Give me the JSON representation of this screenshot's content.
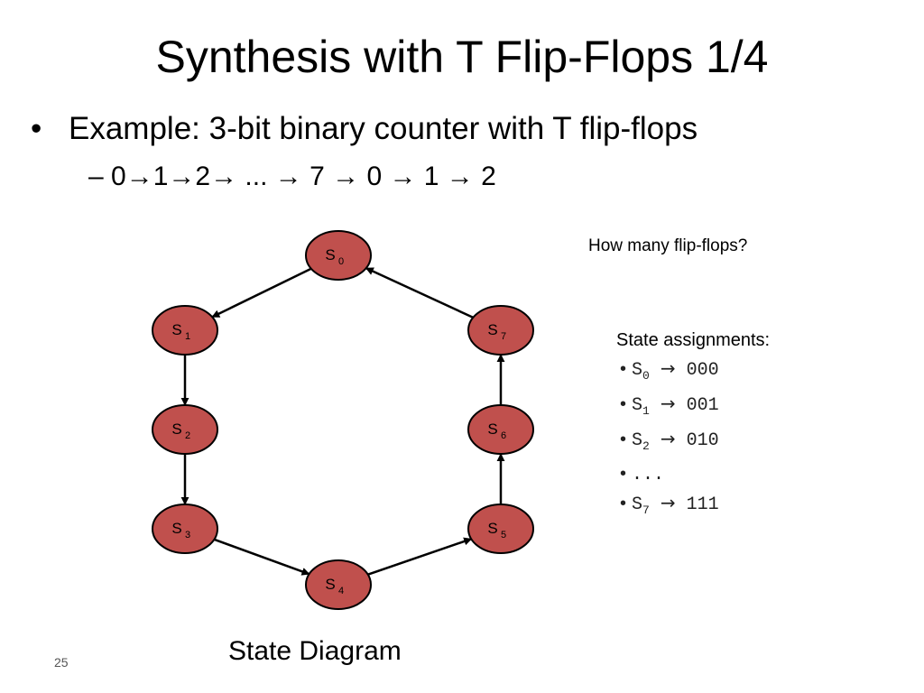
{
  "slide": {
    "title": "Synthesis with T Flip-Flops 1/4",
    "bullet_mark": "•",
    "bullet": "Example: 3-bit binary counter with T flip-flops",
    "sub_bullet": "– 0→1→2→ ... → 7 → 0 → 1 → 2",
    "question": "How many flip-flops?",
    "assignments_header": "State assignments:",
    "assignments": [
      {
        "state": "S",
        "sub": "0",
        "arrow": "→",
        "code": "000"
      },
      {
        "state": "S",
        "sub": "1",
        "arrow": "→",
        "code": "001"
      },
      {
        "state": "S",
        "sub": "2",
        "arrow": "→",
        "code": "010"
      },
      {
        "ellipsis": "..."
      },
      {
        "state": "S",
        "sub": "7",
        "arrow": "→",
        "code": "111"
      }
    ],
    "caption": "State Diagram",
    "slide_number": "25"
  },
  "diagram": {
    "node_fill": "#c0504d",
    "node_stroke": "#000000",
    "edge_color": "#000000",
    "nodes": [
      {
        "id": "s0",
        "label": "S",
        "sub": "0"
      },
      {
        "id": "s1",
        "label": "S",
        "sub": "1"
      },
      {
        "id": "s2",
        "label": "S",
        "sub": "2"
      },
      {
        "id": "s3",
        "label": "S",
        "sub": "3"
      },
      {
        "id": "s4",
        "label": "S",
        "sub": "4"
      },
      {
        "id": "s5",
        "label": "S",
        "sub": "5"
      },
      {
        "id": "s6",
        "label": "S",
        "sub": "6"
      },
      {
        "id": "s7",
        "label": "S",
        "sub": "7"
      }
    ],
    "edges": [
      {
        "from": "s0",
        "to": "s1"
      },
      {
        "from": "s1",
        "to": "s2"
      },
      {
        "from": "s2",
        "to": "s3"
      },
      {
        "from": "s3",
        "to": "s4"
      },
      {
        "from": "s4",
        "to": "s5"
      },
      {
        "from": "s5",
        "to": "s6"
      },
      {
        "from": "s6",
        "to": "s7"
      },
      {
        "from": "s7",
        "to": "s0"
      }
    ]
  }
}
